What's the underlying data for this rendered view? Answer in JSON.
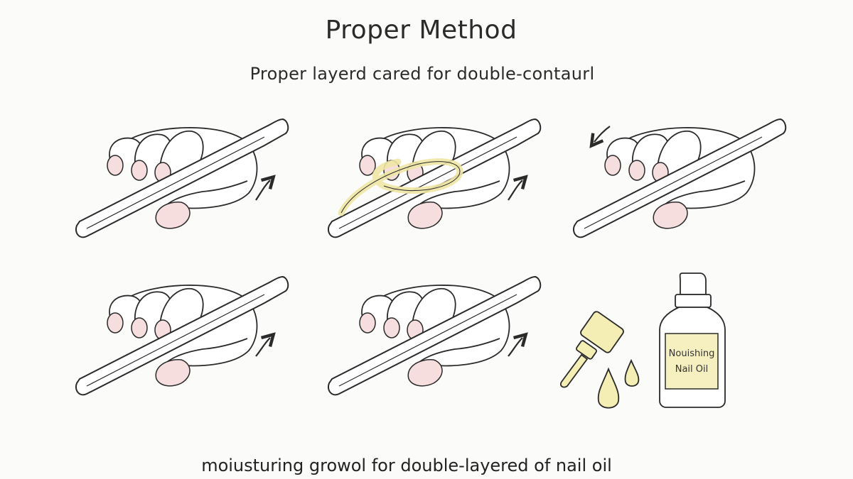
{
  "header": {
    "title": "Proper Method",
    "subtitle": "Proper layerd cared for double-contaurl"
  },
  "panels": [
    {
      "id": "panel-1",
      "arrow": "up-right",
      "oil": false
    },
    {
      "id": "panel-2",
      "arrow": "up-right",
      "oil": true
    },
    {
      "id": "panel-3",
      "arrow": "down-left",
      "oil": false
    },
    {
      "id": "panel-4",
      "arrow": "up-right",
      "oil": false
    },
    {
      "id": "panel-5",
      "arrow": "up-right",
      "oil": false
    }
  ],
  "oil_bottle": {
    "label_line1": "Nouishing",
    "label_line2": "Nail Oil"
  },
  "footer": {
    "caption": "moiusturing growol for double-layered of nail oil"
  },
  "colors": {
    "outline": "#2a2a2a",
    "nail_fill": "#f6dede",
    "oil_fill": "#f4eeb4",
    "label_fill": "#f6f0c0"
  }
}
